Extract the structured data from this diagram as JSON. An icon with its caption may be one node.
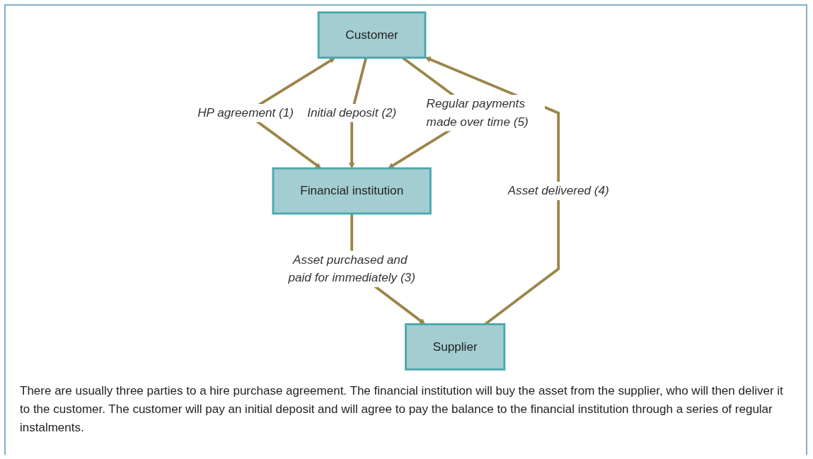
{
  "diagram": {
    "caption": "There are usually three parties to a hire purchase agreement. The financial institution will buy the asset from the supplier, who will then deliver it to the customer. The customer will pay an initial deposit and will agree to pay the balance to the financial institution through a series of regular instalments.",
    "nodes": [
      {
        "text": [
          "Customer"
        ]
      },
      {
        "text": [
          "Supplier"
        ]
      },
      {
        "text": [
          "Financial institution"
        ]
      }
    ],
    "edges": [
      {
        "from": 0,
        "to": 2,
        "arrow": "both",
        "label": "HP agreement (1)"
      },
      {
        "from": 0,
        "to": 2,
        "arrow": "to",
        "label": "Initial deposit (2)"
      },
      {
        "from": 2,
        "to": 1,
        "arrow": "to",
        "label": "Asset purchased and paid for immediately (3)"
      },
      {
        "from": 1,
        "to": 0,
        "arrow": "to",
        "label": "Asset delivered (4)"
      },
      {
        "from": 0,
        "to": 2,
        "arrow": "to",
        "label": "Regular payments made over time (5)"
      }
    ]
  }
}
